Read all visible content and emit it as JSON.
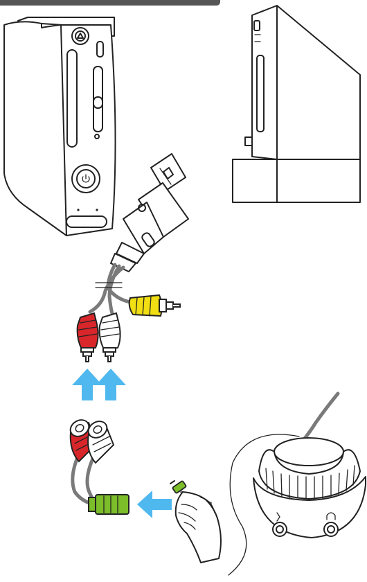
{
  "diagram": {
    "components": {
      "xbox": "xbox-360-console-icon",
      "wii": "wii-console-icon",
      "av_cable": "av-cable-connector-icon",
      "rca_plugs": [
        "red-rca-plug-icon",
        "white-rca-plug-icon",
        "yellow-rca-plug-icon"
      ],
      "splitter": "rca-to-3-5mm-adapter-icon",
      "headset_puck": "headset-controller-puck-icon",
      "hand": "hand-holding-plug-icon"
    },
    "arrows": {
      "up": {
        "count": 2,
        "direction": "up",
        "target": "rca-plugs"
      },
      "left": {
        "count": 1,
        "direction": "left",
        "target": "3.5mm-jack"
      }
    },
    "colors": {
      "arrow": "#4fb8ee",
      "red_plug": "#d8262b",
      "white_plug": "#ffffff",
      "yellow_plug": "#f1de13",
      "green_jack": "#7cbd2a",
      "cable": "#7a7a7a",
      "outline": "#222222"
    }
  }
}
